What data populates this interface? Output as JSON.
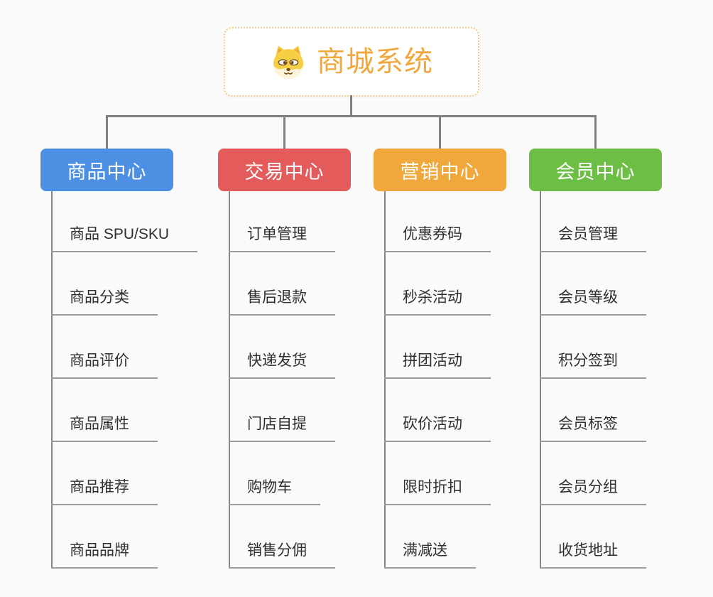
{
  "root": {
    "label": "商城系统",
    "icon": "shiba-dog-icon",
    "text_color": "#f0a83c",
    "border_color": "#f2c98a"
  },
  "connector_color": "#7f7f7f",
  "branches": [
    {
      "label": "商品中心",
      "color": "#4d90e3",
      "items": [
        "商品 SPU/SKU",
        "商品分类",
        "商品评价",
        "商品属性",
        "商品推荐",
        "商品品牌"
      ]
    },
    {
      "label": "交易中心",
      "color": "#e45b5b",
      "items": [
        "订单管理",
        "售后退款",
        "快递发货",
        "门店自提",
        "购物车",
        "销售分佣"
      ]
    },
    {
      "label": "营销中心",
      "color": "#f0a73b",
      "items": [
        "优惠券码",
        "秒杀活动",
        "拼团活动",
        "砍价活动",
        "限时折扣",
        "满减送"
      ]
    },
    {
      "label": "会员中心",
      "color": "#6dbe44",
      "items": [
        "会员管理",
        "会员等级",
        "积分签到",
        "会员标签",
        "会员分组",
        "收货地址"
      ]
    }
  ]
}
